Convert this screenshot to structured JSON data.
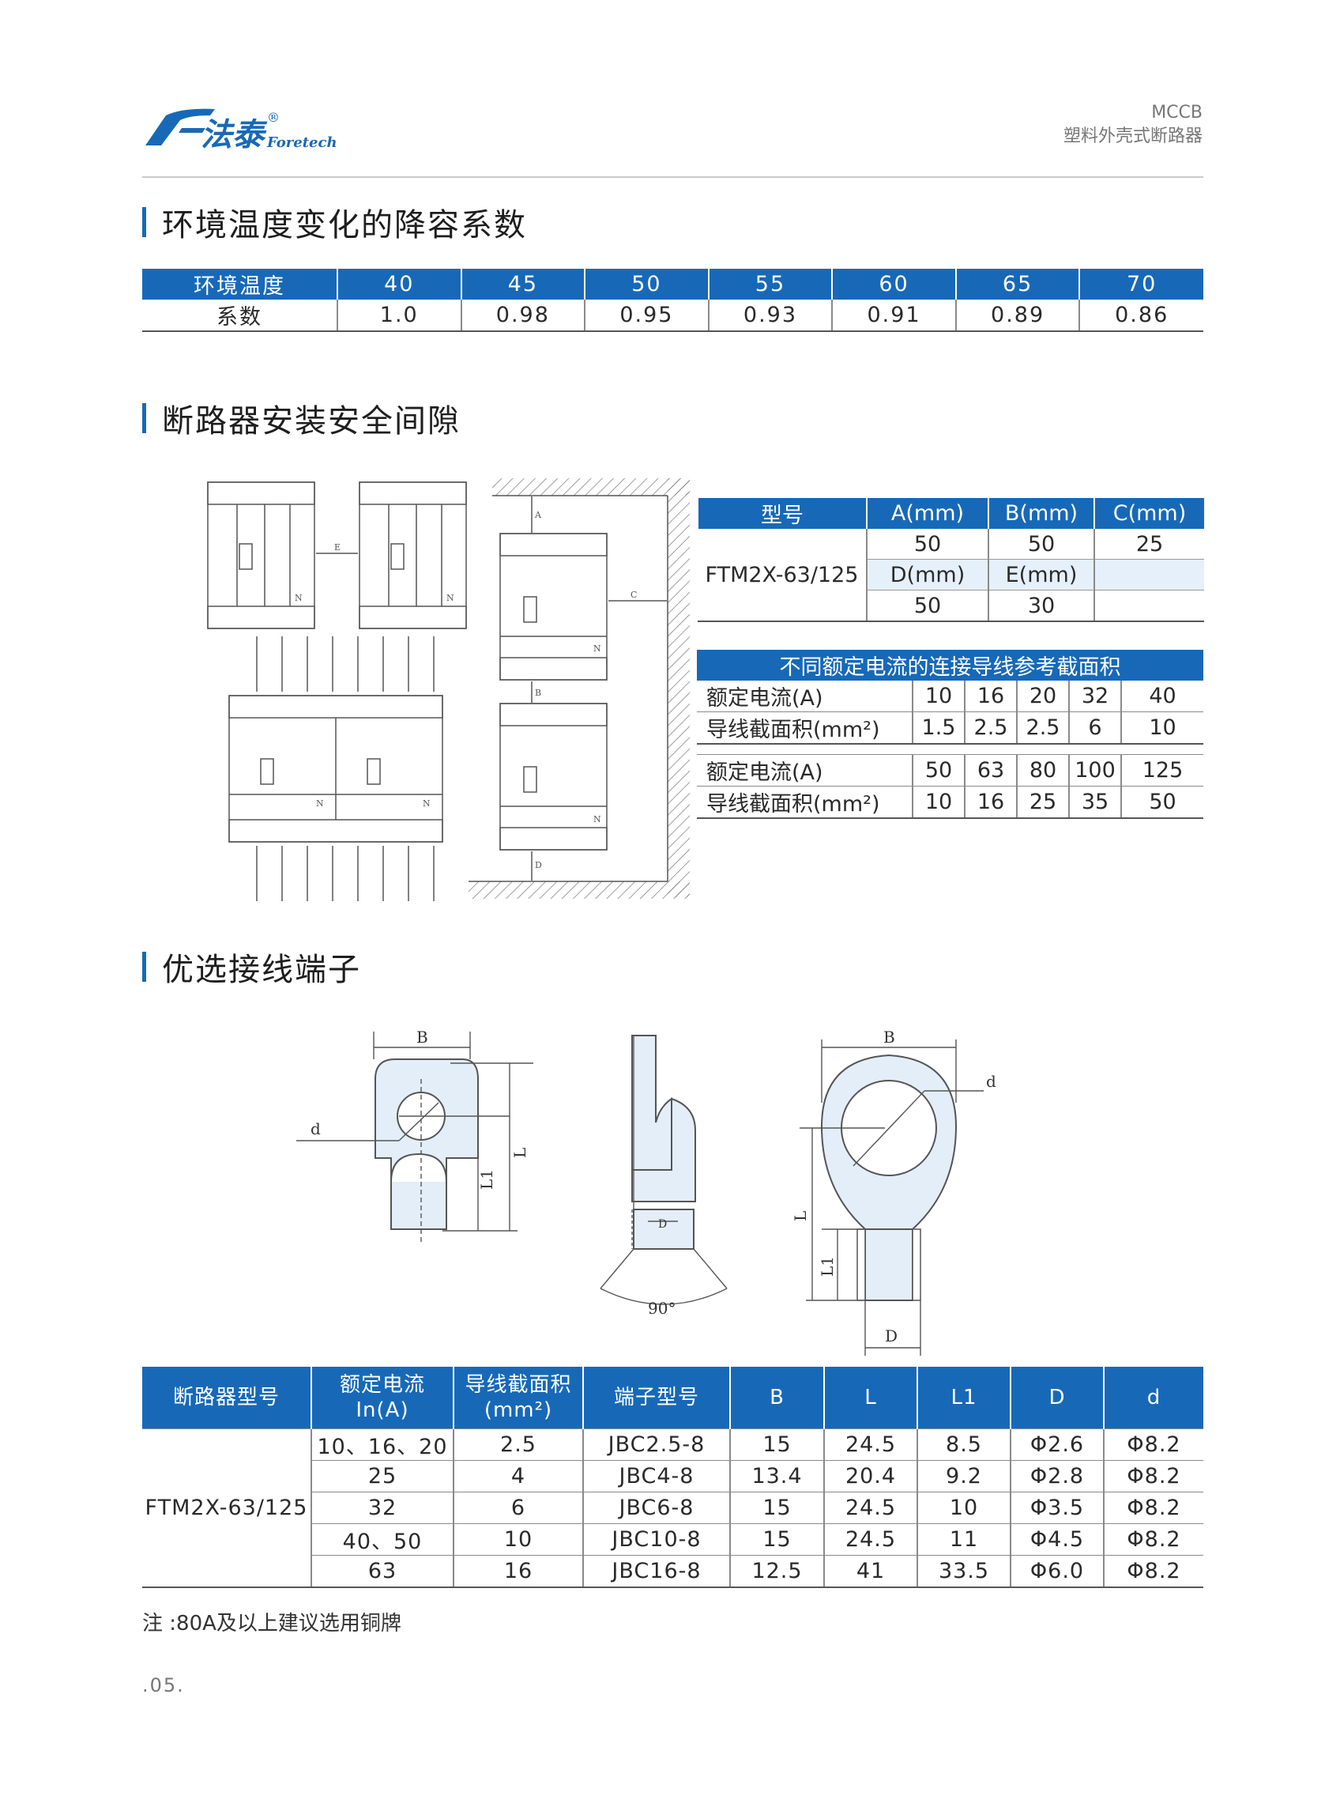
{
  "header": {
    "brand_cn": "法泰",
    "brand_en": "Foretech",
    "registered": "®",
    "product_code": "MCCB",
    "product_name": "塑料外壳式断路器"
  },
  "section1": {
    "title": "环境温度变化的降容系数",
    "row_head": "环境温度",
    "row_body": "系数",
    "temperatures": [
      "40",
      "45",
      "50",
      "55",
      "60",
      "65",
      "70"
    ],
    "factors": [
      "1.0",
      "0.98",
      "0.95",
      "0.93",
      "0.91",
      "0.89",
      "0.86"
    ]
  },
  "section2": {
    "title": "断路器安装安全间隙",
    "diagram_labels": {
      "E": "E",
      "N": "N",
      "A": "A",
      "B": "B",
      "C": "C",
      "D": "D"
    },
    "clearance": {
      "head": [
        "型号",
        "A(mm)",
        "B(mm)",
        "C(mm)"
      ],
      "model": "FTM2X-63/125",
      "row1": [
        "50",
        "50",
        "25"
      ],
      "row2": [
        "D(mm)",
        "E(mm)",
        ""
      ],
      "row3": [
        "50",
        "30",
        ""
      ]
    },
    "wire": {
      "title": "不同额定电流的连接导线参考截面积",
      "current_label": "额定电流(A)",
      "area_label": "导线截面积(mm²)",
      "currents_1": [
        "10",
        "16",
        "20",
        "32",
        "40"
      ],
      "areas_1": [
        "1.5",
        "2.5",
        "2.5",
        "6",
        "10"
      ],
      "currents_2": [
        "50",
        "63",
        "80",
        "100",
        "125"
      ],
      "areas_2": [
        "10",
        "16",
        "25",
        "35",
        "50"
      ]
    }
  },
  "section3": {
    "title": "优选接线端子",
    "drawing_labels": {
      "B": "B",
      "d": "d",
      "L": "L",
      "L1": "L1",
      "D": "D",
      "angle": "90°"
    },
    "head": {
      "model": "断路器型号",
      "current": "额定电流\nIn(A)",
      "area": "导线截面积\n(mm²)",
      "terminal": "端子型号",
      "B": "B",
      "L": "L",
      "L1": "L1",
      "D": "D",
      "d": "d"
    },
    "model": "FTM2X-63/125",
    "rows": [
      [
        "10、16、20",
        "2.5",
        "JBC2.5-8",
        "15",
        "24.5",
        "8.5",
        "Φ2.6",
        "Φ8.2"
      ],
      [
        "25",
        "4",
        "JBC4-8",
        "13.4",
        "20.4",
        "9.2",
        "Φ2.8",
        "Φ8.2"
      ],
      [
        "32",
        "6",
        "JBC6-8",
        "15",
        "24.5",
        "10",
        "Φ3.5",
        "Φ8.2"
      ],
      [
        "40、50",
        "10",
        "JBC10-8",
        "15",
        "24.5",
        "11",
        "Φ4.5",
        "Φ8.2"
      ],
      [
        "63",
        "16",
        "JBC16-8",
        "12.5",
        "41",
        "33.5",
        "Φ6.0",
        "Φ8.2"
      ]
    ],
    "note": "注 :80A及以上建议选用铜牌"
  },
  "footer": {
    "page": ".05."
  },
  "colors": {
    "accent": "#1769b8",
    "text": "#2a2a2a",
    "rule": "#555555"
  }
}
